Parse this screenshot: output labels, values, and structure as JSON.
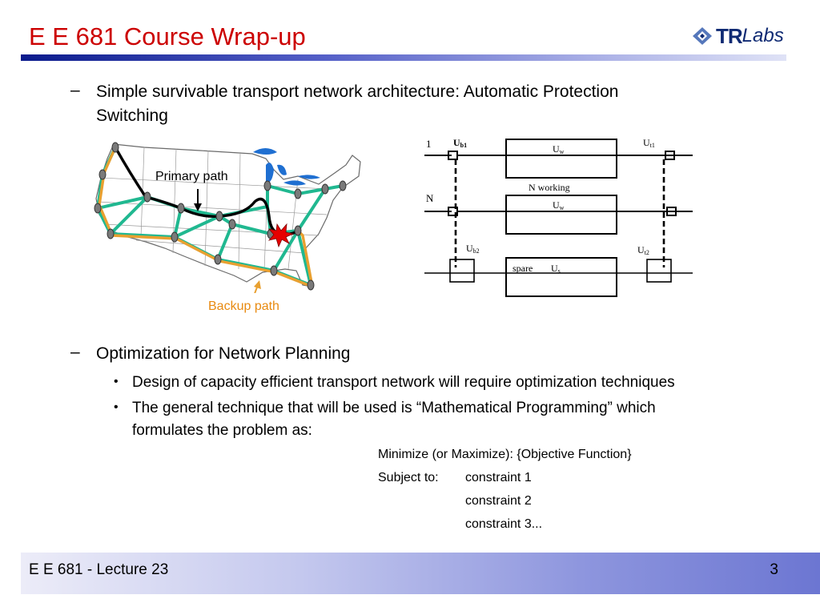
{
  "slide": {
    "title": "E E 681 Course Wrap-up",
    "logo": {
      "primary": "TR",
      "secondary": "Labs"
    },
    "bullet1": {
      "marker": "–",
      "line1": "Simple survivable transport network architecture: Automatic Protection",
      "line2": "Switching"
    },
    "figure_labels": {
      "primary_path": "Primary path",
      "backup_path": "Backup path"
    },
    "aps_diagram": {
      "label_1": "1",
      "label_n": "N",
      "ub1": "U",
      "ub1_sub": "b1",
      "ut1": "U",
      "ut1_sub": "t1",
      "uw1": "U",
      "uw1_sub": "w",
      "n_working": "N working",
      "uw2": "U",
      "uw2_sub": "w",
      "ub2": "U",
      "ub2_sub": "b2",
      "ut2": "U",
      "ut2_sub": "t2",
      "spare": "spare",
      "us": "U",
      "us_sub": "s"
    },
    "bullet2": {
      "marker": "–",
      "text": "Optimization for Network Planning",
      "sub": [
        {
          "marker": "•",
          "line1": "Design of capacity efficient transport network will require optimization techniques"
        },
        {
          "marker": "•",
          "line1": "The general technique that will be used is “Mathematical Programming” which",
          "line2": "formulates the problem as:"
        }
      ]
    },
    "math_program": {
      "minimize": "Minimize (or Maximize): {Objective Function}",
      "subject_to": "Subject to:",
      "constraints": [
        "constraint 1",
        "constraint 2",
        "constraint 3..."
      ]
    },
    "footer": {
      "left": "E E 681 - Lecture 23",
      "page_number": "3"
    },
    "colors": {
      "title": "#cc0000",
      "primary_path": "#000000",
      "backup_path": "#e8a030",
      "network_links": "#20b890",
      "nodes": "#7a7a7a",
      "water": "#1f6fd1"
    }
  }
}
